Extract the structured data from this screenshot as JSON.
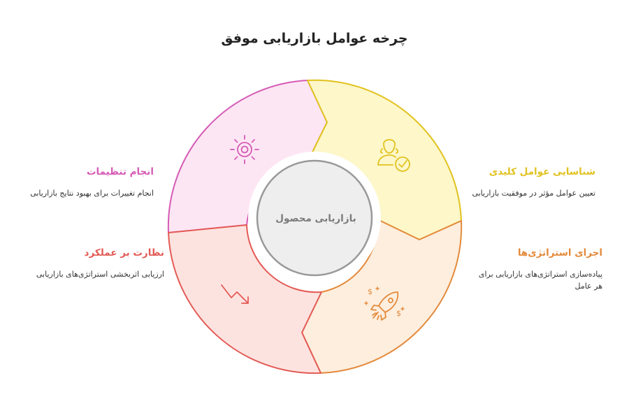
{
  "title": "چرخه عوامل بازاریابی موفق",
  "center": {
    "label": "بازاریابی محصول"
  },
  "colors": {
    "pink": "#d55bb5",
    "pink_fill": "#fde6f4",
    "yellow": "#e1c21f",
    "yellow_fill": "#fdf7c9",
    "orange": "#e48a3b",
    "orange_fill": "#fdeede",
    "red": "#e35a55",
    "red_fill": "#fde3e0",
    "center_fill": "#eeeeee",
    "center_stroke": "#999999"
  },
  "segments": {
    "top_left": {
      "heading": "انجام تنظیمات",
      "description": "انجام تغییرات برای بهبود نتایج بازاریابی",
      "icon": "sun-gear-icon"
    },
    "top_right": {
      "heading": "شناسایی عوامل کلیدی",
      "description": "تعیین عوامل مؤثر در موفقیت بازاریابی",
      "icon": "person-check-icon"
    },
    "bottom_right": {
      "heading": "اجرای استراتژی‌ها",
      "description": "پیاده‌سازی استراتژی‌های بازاریابی برای هر عامل",
      "icon": "rocket-icon"
    },
    "bottom_left": {
      "heading": "نظارت بر عملکرد",
      "description": "ارزیابی اثربخشی استراتژی‌های بازاریابی",
      "icon": "trend-down-icon"
    }
  }
}
